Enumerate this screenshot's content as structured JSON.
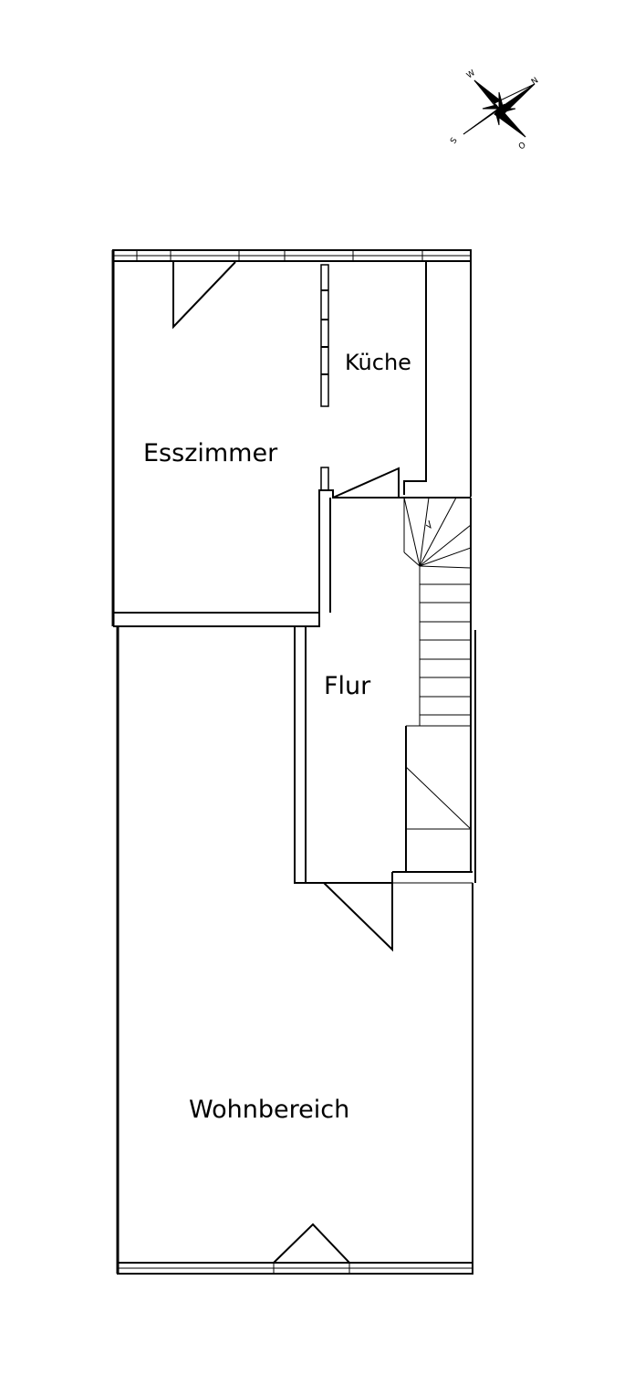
{
  "rooms": {
    "esszimmer": "Esszimmer",
    "kueche": "Küche",
    "flur": "Flur",
    "wohnbereich": "Wohnbereich"
  },
  "compass": {
    "w": "W",
    "n": "N",
    "s": "S",
    "o": "O"
  },
  "colors": {
    "wall": "#000000",
    "background": "#ffffff"
  }
}
